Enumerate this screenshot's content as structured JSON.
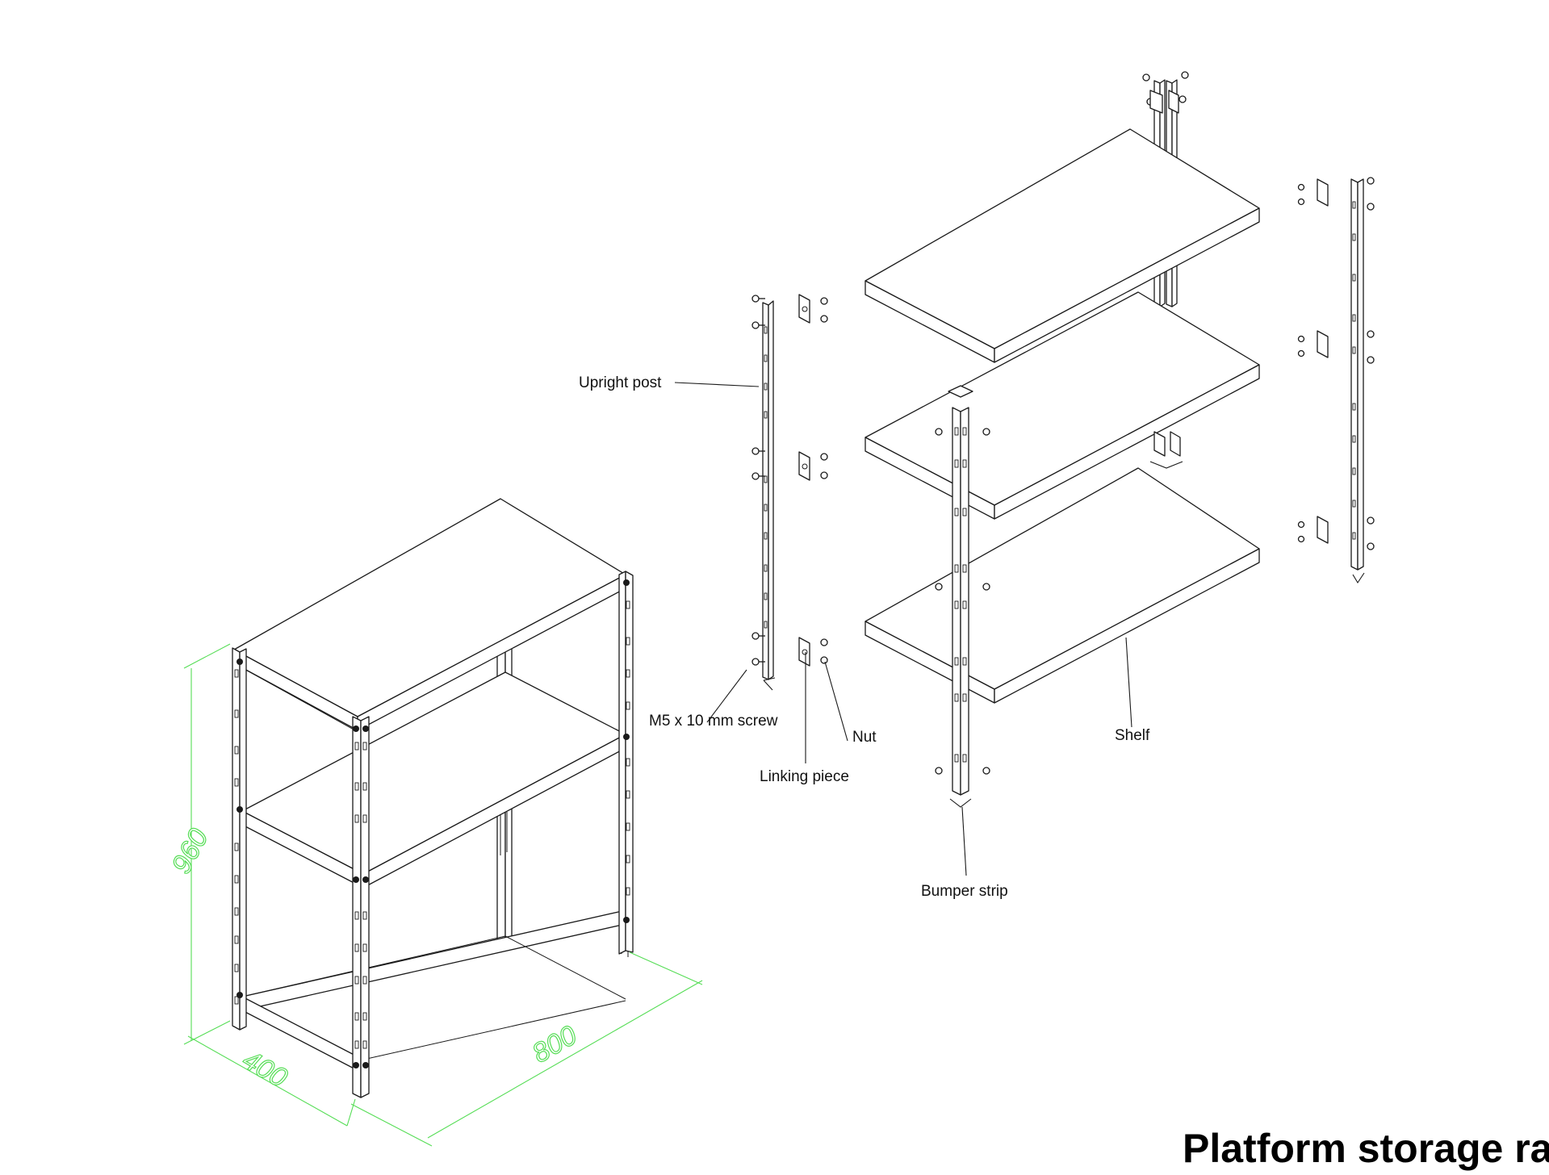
{
  "title": "Platform storage rack",
  "callouts": {
    "upright_post": "Upright post",
    "screw": "M5 x 10 mm screw",
    "linking_piece": "Linking piece",
    "nut": "Nut",
    "shelf": "Shelf",
    "bumper_strip": "Bumper strip"
  },
  "dimensions": {
    "height": "960",
    "depth": "400",
    "width": "800"
  },
  "colors": {
    "dimension": "#55dd55",
    "line": "#1a1a1a",
    "background": "#ffffff"
  }
}
